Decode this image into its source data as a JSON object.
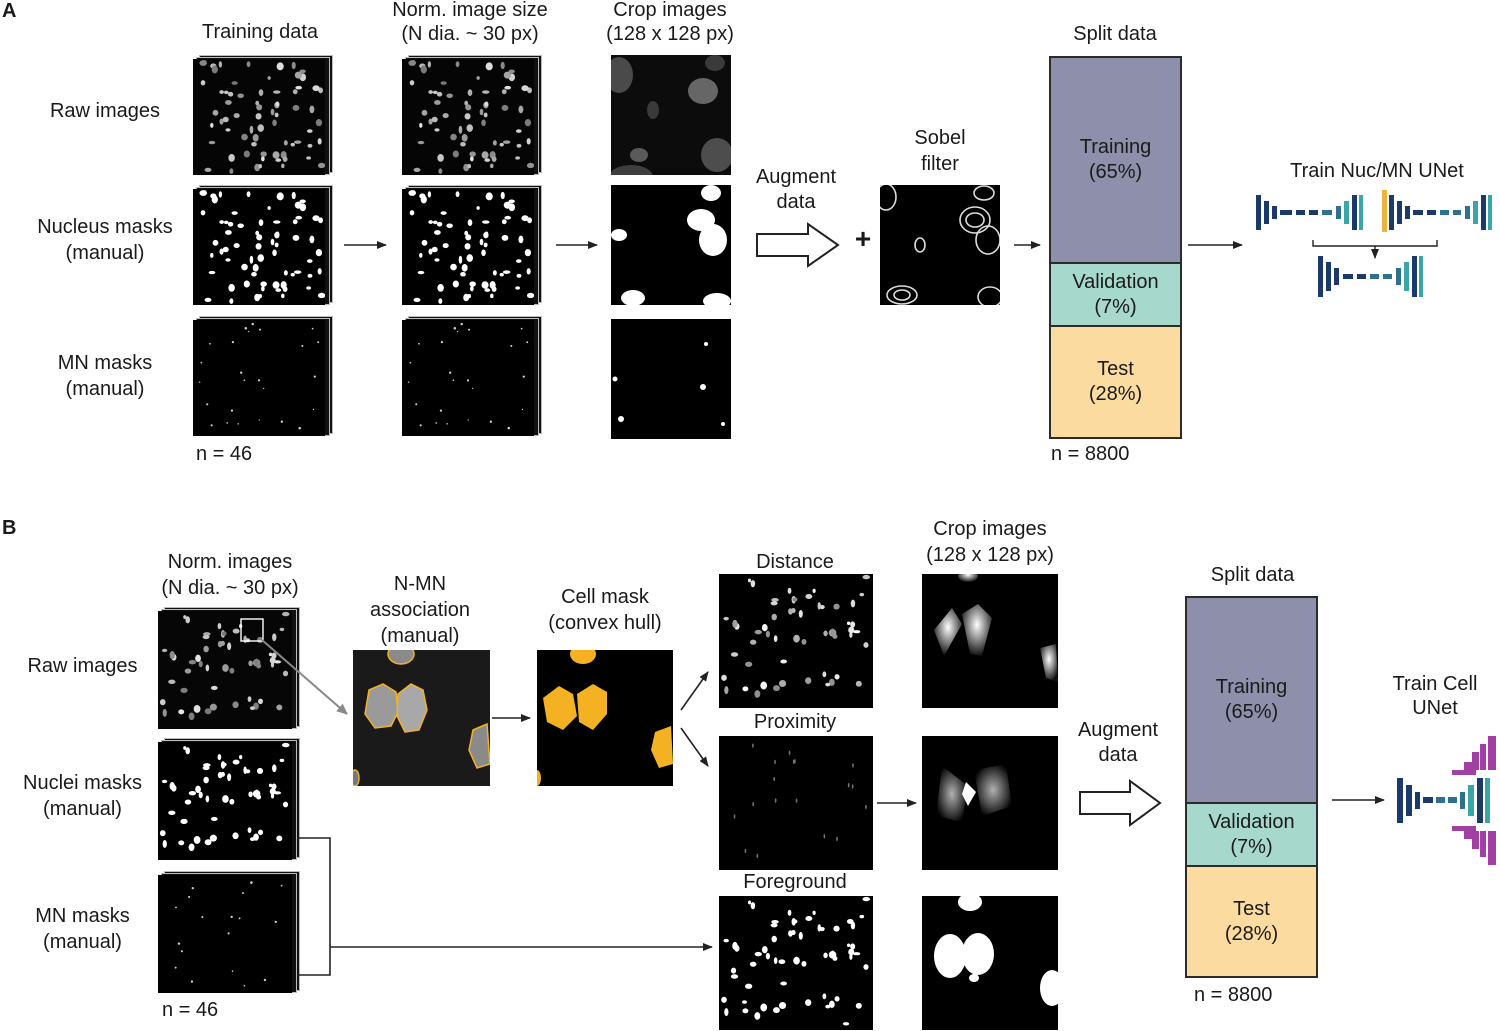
{
  "panel_a": {
    "letter": "A",
    "col_headers": {
      "training_data": "Training data",
      "norm_size_l1": "Norm. image size",
      "norm_size_l2": "(N dia. ~ 30 px)",
      "crop_l1": "Crop images",
      "crop_l2": "(128 x 128 px)",
      "split": "Split data"
    },
    "row_labels": {
      "raw": "Raw images",
      "nucleus_l1": "Nucleus masks",
      "nucleus_l2": "(manual)",
      "mn_l1": "MN masks",
      "mn_l2": "(manual)"
    },
    "augment_l1": "Augment",
    "augment_l2": "data",
    "plus": "+",
    "sobel_l1": "Sobel",
    "sobel_l2": "filter",
    "n_images": "n = 46",
    "n_crops": "n = 8800",
    "split": {
      "training": "Training",
      "training_pct": "(65%)",
      "validation": "Validation",
      "validation_pct": "(7%)",
      "test": "Test",
      "test_pct": "(28%)"
    },
    "train_label": "Train Nuc/MN UNet"
  },
  "panel_b": {
    "letter": "B",
    "norm_l1": "Norm. images",
    "norm_l2": "(N dia. ~ 30 px)",
    "row_labels": {
      "raw": "Raw images",
      "nuclei_l1": "Nuclei masks",
      "nuclei_l2": "(manual)",
      "mn_l1": "MN masks",
      "mn_l2": "(manual)"
    },
    "assoc_l1": "N-MN",
    "assoc_l2": "association",
    "assoc_l3": "(manual)",
    "cell_l1": "Cell mask",
    "cell_l2": "(convex hull)",
    "distance": "Distance",
    "proximity": "Proximity",
    "foreground": "Foreground",
    "crop_l1": "Crop images",
    "crop_l2": "(128 x 128 px)",
    "augment_l1": "Augment",
    "augment_l2": "data",
    "split_header": "Split data",
    "split": {
      "training": "Training",
      "training_pct": "(65%)",
      "validation": "Validation",
      "validation_pct": "(7%)",
      "test": "Test",
      "test_pct": "(28%)"
    },
    "train_l1": "Train Cell",
    "train_l2": "UNet",
    "n_images": "n = 46",
    "n_crops": "n = 8800"
  },
  "colors": {
    "training": "#8e90ab",
    "validation": "#a6d8cc",
    "test": "#fbdba0",
    "unet_dark": "#1b3a6b",
    "unet_mid": "#2f6f8f",
    "unet_teal": "#3aa7a6",
    "unet_accent": "#f0b23a",
    "unet_purple": "#a23fa3",
    "cell_mask": "#f4b223"
  }
}
